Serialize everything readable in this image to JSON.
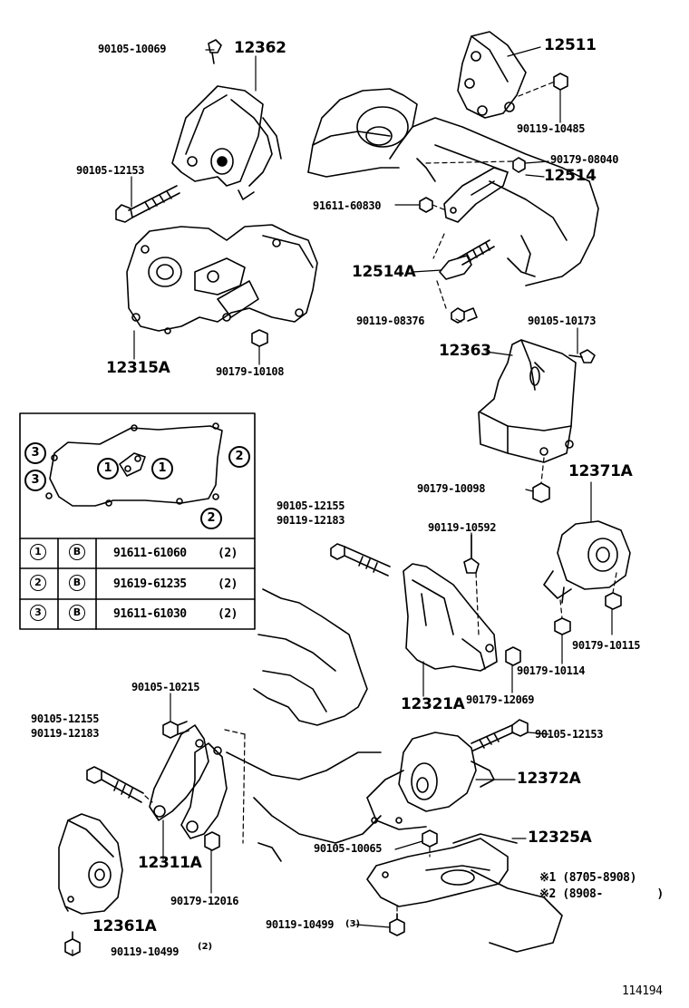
{
  "diagram_id": "114194",
  "labels": {
    "p90105_10069": "90105-10069",
    "p12362": "12362",
    "p12511": "12511",
    "p90119_10485": "90119-10485",
    "p90179_08040": "90179-08040",
    "p12514": "12514",
    "p90105_12153a": "90105-12153",
    "p91611_60830": "91611-60830",
    "p12514A": "12514A",
    "p90119_08376": "90119-08376",
    "p90105_10173": "90105-10173",
    "p12315A": "12315A",
    "p90179_10108": "90179-10108",
    "p12363": "12363",
    "p90179_10098": "90179-10098",
    "p12371A": "12371A",
    "p90105_12155a": "90105-12155",
    "p90119_12183a": "90119-12183",
    "p90119_10592": "90119-10592",
    "p90179_10115": "90179-10115",
    "p90179_10114": "90179-10114",
    "p12321A": "12321A",
    "p90179_12069": "90179-12069",
    "p90105_10215": "90105-10215",
    "p90105_12155b": "90105-12155",
    "p90119_12183b": "90119-12183",
    "p90105_12153b": "90105-12153",
    "p12372A": "12372A",
    "p12311A": "12311A",
    "p90105_10065": "90105-10065",
    "p12325A": "12325A",
    "p90179_12016": "90179-12016",
    "p90119_10499a": "90119-10499",
    "p90119_10499a_qty": "(3)",
    "p12361A": "12361A",
    "p90119_10499b": "90119-10499",
    "p90119_10499b_qty": "(2)"
  },
  "notes": {
    "note1": "※1 (8705-8908)",
    "note2": "※2 (8908-        )"
  },
  "inset": {
    "callouts": [
      "3",
      "3",
      "1",
      "1",
      "2",
      "2"
    ],
    "table": [
      {
        "ref": "1",
        "kind": "B",
        "part": "91611-61060",
        "qty": "(2)"
      },
      {
        "ref": "2",
        "kind": "B",
        "part": "91619-61235",
        "qty": "(2)"
      },
      {
        "ref": "3",
        "kind": "B",
        "part": "91611-61030",
        "qty": "(2)"
      }
    ]
  },
  "colors": {
    "line": "#000000",
    "background": "#ffffff"
  }
}
